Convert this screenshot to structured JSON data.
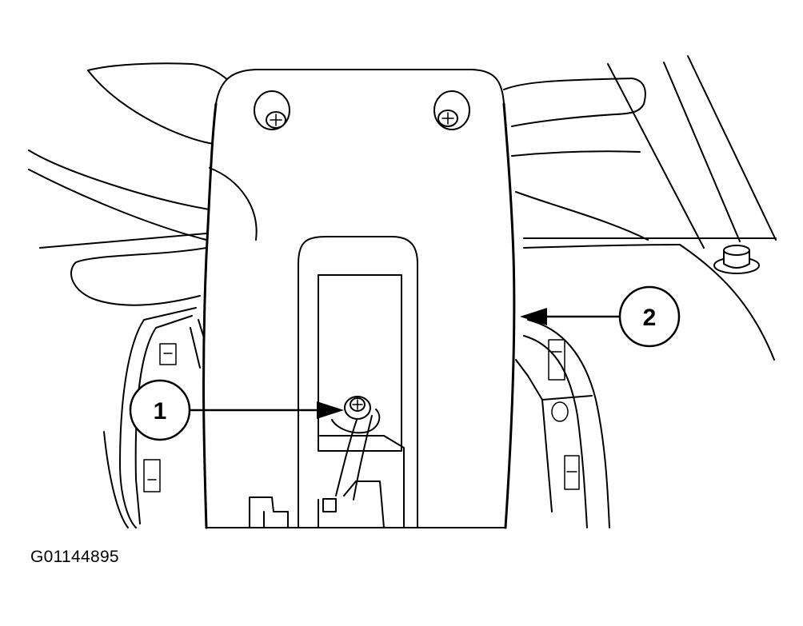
{
  "figure_id": "G01144895",
  "callouts": [
    {
      "number": "1",
      "target": "retaining-screw"
    },
    {
      "number": "2",
      "target": "trim-panel"
    }
  ],
  "colors": {
    "line": "#000000",
    "background": "#ffffff"
  }
}
